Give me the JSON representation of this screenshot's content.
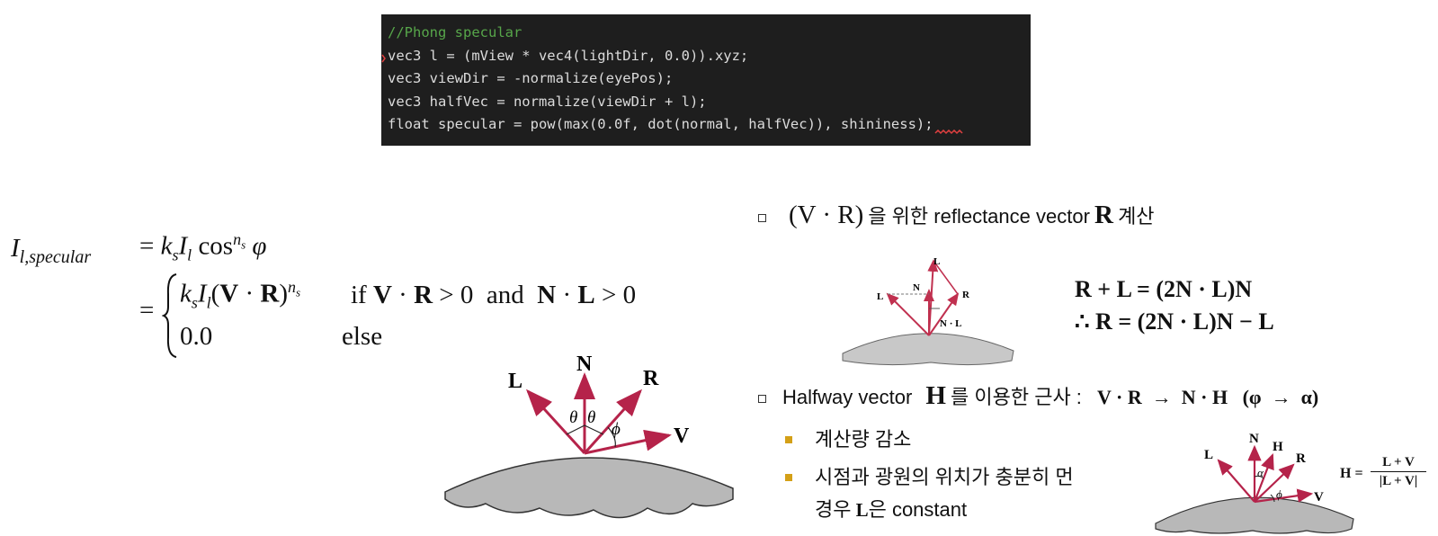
{
  "code": {
    "line1": "//Phong specular",
    "line2": "vec3 l = (mView * vec4(lightDir, 0.0)).xyz;",
    "line3": "vec3 viewDir = -normalize(eyePos);",
    "line4": "vec3 halfVec = normalize(viewDir + l);",
    "line5": "float specular = pow(max(0.0f, dot(normal, halfVec)), shininess);"
  },
  "formula": {
    "lhs_I": "I",
    "lhs_sub": "l,specular",
    "eq1": "= k",
    "eq1_rest": "cos",
    "case1": "if V · R > 0  and  N · L > 0",
    "case2_val": "0.0",
    "case2_cond": "else"
  },
  "diagram1": {
    "L": "L",
    "N": "N",
    "R": "R",
    "V": "V",
    "theta": "θ",
    "phi": "ϕ"
  },
  "right": {
    "bullet1_math": "(V · R)",
    "bullet1_text": "을 위한 reflectance vector",
    "bullet1_R": "R",
    "bullet1_end": "계산",
    "eq_line1": "R + L = (2N · L)N",
    "eq_line2": "∴ R = (2N · L)N − L",
    "bullet2_text": "Halfway vector",
    "bullet2_H": "H",
    "bullet2_text2": "를 이용한 근사 :",
    "bullet2_math": "V · R  →  N · H   (φ  →  α)",
    "sub1": "계산량 감소",
    "sub2_line1": "시점과 광원의 위치가 충분히 먼",
    "sub2_line2a": "경우",
    "sub2_L": "L",
    "sub2_line2b": "은 constant",
    "H_formula_lhs": "H =",
    "H_num": "L + V",
    "H_den": "|L + V|"
  },
  "diagram2": {
    "L": "L",
    "N": "N",
    "R": "R",
    "NL": "N · L"
  },
  "diagram3": {
    "L": "L",
    "N": "N",
    "H": "H",
    "R": "R",
    "V": "V",
    "alpha": "α",
    "phi": "ϕ"
  }
}
